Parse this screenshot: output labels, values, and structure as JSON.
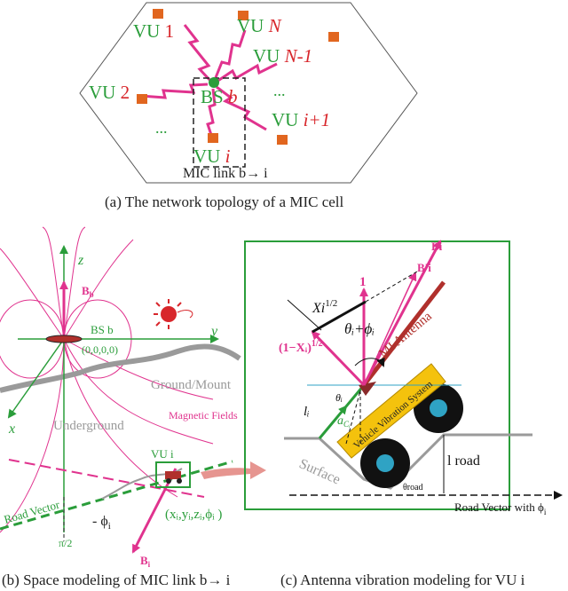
{
  "panel_a": {
    "caption": "(a) The network topology of a MIC cell",
    "users": {
      "vu1": {
        "prefix": "VU ",
        "index": "1"
      },
      "vun": {
        "prefix": "VU ",
        "index": "N"
      },
      "vun1": {
        "prefix": "VU ",
        "index": "N-1"
      },
      "vu2": {
        "prefix": "VU ",
        "index": "2"
      },
      "vui1": {
        "prefix": "VU ",
        "index": "i+1"
      },
      "vui": {
        "prefix": "VU ",
        "index": "i"
      }
    },
    "bs": {
      "prefix": "BS ",
      "index": "b"
    },
    "ellipsis_right": "...",
    "ellipsis_left": "...",
    "link_label": "MIC link b→ i"
  },
  "panel_b": {
    "caption": "(b) Space modeling of MIC link b→ i",
    "axis_z": "z",
    "axis_y": "y",
    "axis_x": "x",
    "b_b": "B",
    "b_b_sub": "b",
    "bs_label": "BS b",
    "origin": "(0,0,0,0)",
    "ground_mount": "Ground/Mount",
    "underground": "Underground",
    "magnetic_fields": "Magnetic Fields",
    "vu_label": "VU i",
    "road_vector": "Road Vector",
    "minus_phi": "- ϕ",
    "minus_phi_sub": "i",
    "coords": "(x",
    "coords_full": "(xᵢ,yᵢ,zᵢ,ϕᵢ )",
    "pi_half": "π/2",
    "b_i": "B",
    "b_i_sub": "i"
  },
  "panel_c": {
    "caption": "(c) Antenna vibration modeling for VU i",
    "b_i": "Bi",
    "b_prime_i": "B'i",
    "one": "1",
    "x_half": "Xi",
    "x_half_sup": "1/2",
    "theta_phi": "θᵢ+ϕᵢ",
    "one_minus_x": "(1−Xᵢ)",
    "one_minus_x_sup": "1/2",
    "mi_antenna": "MI Antenna",
    "vibration_system": "Vehicle Vibration System",
    "theta_i": "θᵢ",
    "l_i": "lᵢ",
    "a_ci": "a",
    "a_ci_sub": "Cᵢ",
    "l_road": "l road",
    "surface": "Surface",
    "theta_road": "θroad",
    "road_vector_with": "Road Vector  with ϕ",
    "road_vector_sub": "i"
  },
  "colors": {
    "green": "#2a9d3a",
    "magenta": "#e0338e",
    "red": "#d8262b",
    "orange": "#e1661f",
    "gray": "#9a9a9a",
    "yellow": "#f4c20d",
    "cyan": "#2fa3c4",
    "black": "#111111"
  }
}
